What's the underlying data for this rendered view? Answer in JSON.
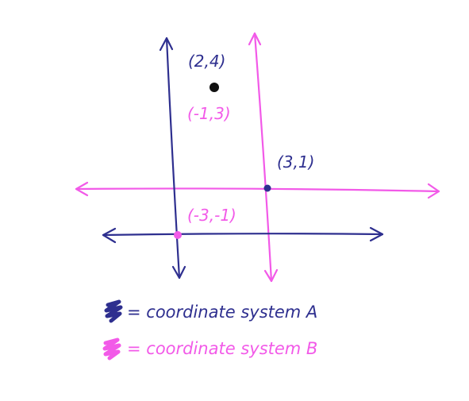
{
  "colors": {
    "system_a": "#2e2f8f",
    "system_b": "#f25ae8",
    "point": "#111111"
  },
  "labels": {
    "point_a": "(2,4)",
    "point_b": "(-1,3)",
    "origin_b_in_a": "(3,1)",
    "origin_a_in_b": "(-3,-1)"
  },
  "legend": [
    {
      "text": "= coordinate system A",
      "color": "#2e2f8f"
    },
    {
      "text": "= coordinate system B",
      "color": "#f25ae8"
    }
  ]
}
